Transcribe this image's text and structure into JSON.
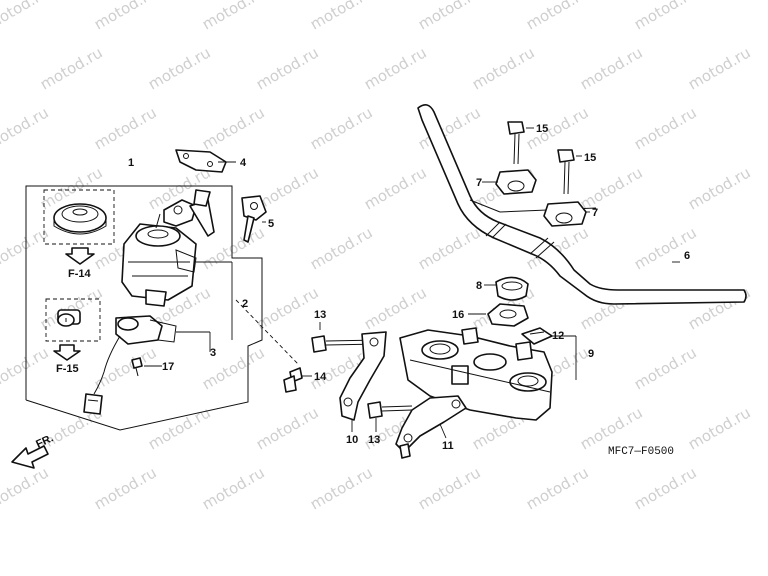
{
  "watermark": "motod.ru",
  "diagram_code": "MFC7—F0500",
  "direction_label": "FR.",
  "refs": {
    "f14": "F-14",
    "f15": "F-15"
  },
  "callouts": {
    "c1": "1",
    "c2": "2",
    "c3": "3",
    "c4": "4",
    "c5": "5",
    "c6": "6",
    "c7a": "7",
    "c7b": "7",
    "c8": "8",
    "c9": "9",
    "c10": "10",
    "c11": "11",
    "c12": "12",
    "c13a": "13",
    "c13b": "13",
    "c14": "14",
    "c15a": "15",
    "c15b": "15",
    "c16": "16",
    "c17": "17"
  }
}
